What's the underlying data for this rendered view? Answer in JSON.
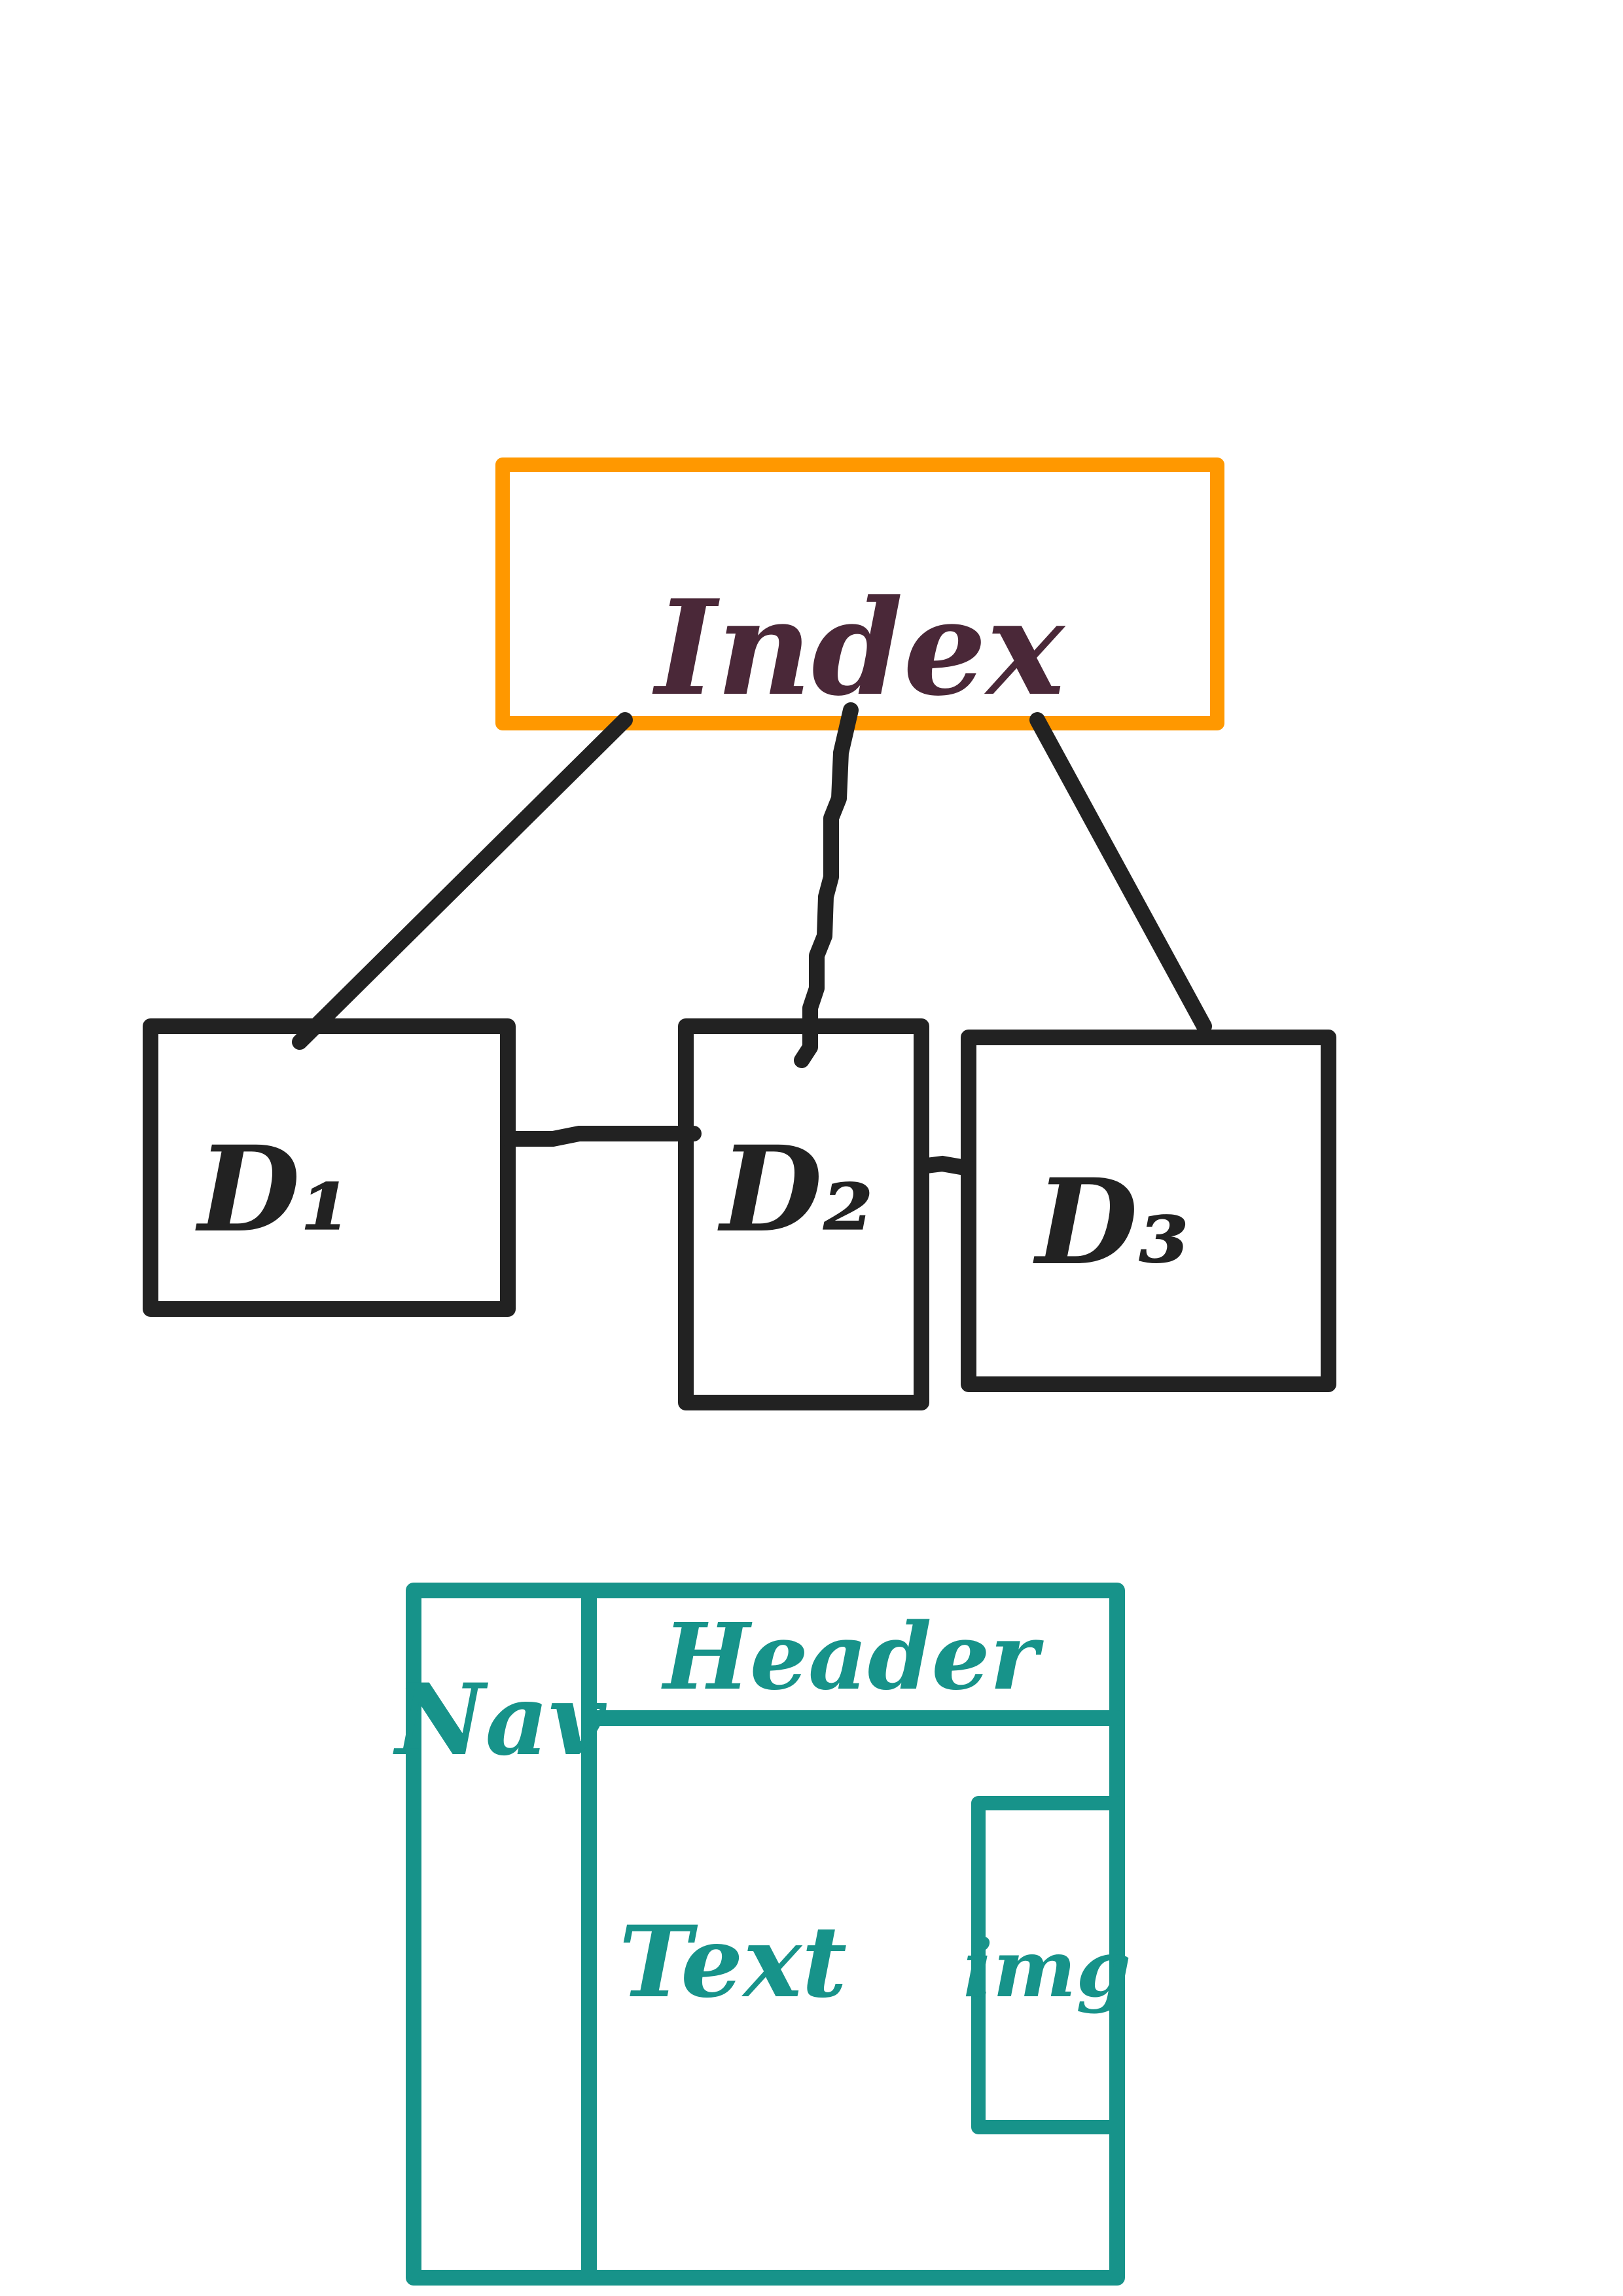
{
  "colors": {
    "background": "#ffffff",
    "index_box": "#ff9800",
    "index_text": "#4a2838",
    "ink": "#222222",
    "layout": "#17938a"
  },
  "tree": {
    "root_label": "Index",
    "node_1_label": "D₁",
    "node_2_label": "D₂",
    "node_3_label": "D₃"
  },
  "layout_sketch": {
    "nav_label": "Nav",
    "header_label": "Header",
    "content_label": "Text",
    "image_label": "img"
  }
}
